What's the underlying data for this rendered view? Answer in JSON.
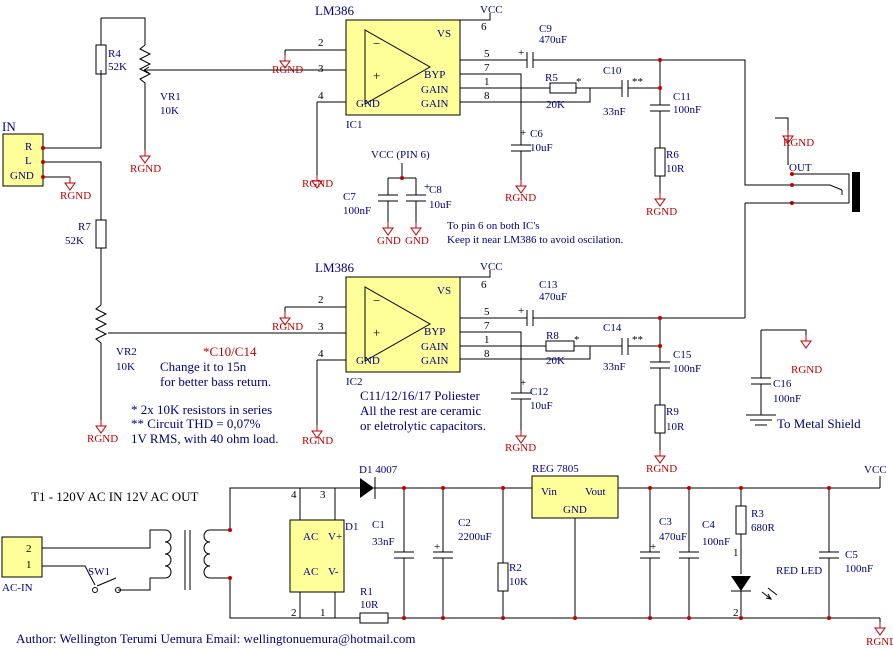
{
  "ic1": {
    "name": "LM386",
    "ref": "IC1",
    "pins": [
      "2",
      "3",
      "4",
      "6",
      "5",
      "7",
      "1",
      "8"
    ],
    "labels": [
      "VS",
      "BYP",
      "GAIN",
      "GAIN",
      "GND",
      "VCC"
    ]
  },
  "ic2": {
    "name": "LM386",
    "ref": "IC2",
    "pins": [
      "2",
      "3",
      "4",
      "6",
      "5",
      "7",
      "1",
      "8"
    ],
    "labels": [
      "VS",
      "BYP",
      "GAIN",
      "GAIN",
      "GND",
      "VCC"
    ]
  },
  "input": {
    "title": "IN",
    "pins": [
      "R",
      "L",
      "GND"
    ]
  },
  "out": {
    "label": "OUT"
  },
  "ground": {
    "rgnd": "RGND",
    "gnd": "GND"
  },
  "components": {
    "r4": "R4",
    "r4v": "52K",
    "vr1": "VR1",
    "vr1v": "10K",
    "r7": "R7",
    "r7v": "52K",
    "vr2": "VR2",
    "vr2v": "10K",
    "c9": "C9",
    "c9v": "470uF",
    "r5": "R5",
    "r5v": "20K",
    "c10": "C10",
    "c10v": "33nF",
    "c11": "C11",
    "c11v": "100nF",
    "c6": "C6",
    "c6v": "10uF",
    "r6": "R6",
    "r6v": "10R",
    "c7": "C7",
    "c7v": "100nF",
    "c8": "C8",
    "c8v": "10uF",
    "vccpin6": "VCC (PIN 6)",
    "c13": "C13",
    "c13v": "470uF",
    "r8": "R8",
    "r8v": "20K",
    "c14": "C14",
    "c14v": "33nF",
    "c15": "C15",
    "c15v": "100nF",
    "c12": "C12",
    "c12v": "10uF",
    "r9": "R9",
    "r9v": "10R",
    "c16": "C16",
    "c16v": "100nF",
    "d1a": "D1 4007",
    "c1": "C1",
    "c1v": "33nF",
    "c2": "C2",
    "c2v": "2200uF",
    "r2": "R2",
    "r2v": "10K",
    "r1": "R1",
    "r1v": "10R",
    "reg": "REG 7805",
    "vin": "Vin",
    "vout": "Vout",
    "regnd": "GND",
    "c3": "C3",
    "c3v": "470uF",
    "c4": "C4",
    "c4v": "100nF",
    "r3": "R3",
    "r3v": "680R",
    "led": "RED LED",
    "c5": "C5",
    "c5v": "100nF",
    "d1": "D1",
    "ac": "AC",
    "vp": "V+",
    "vm": "V-",
    "sw1": "SW1",
    "acin": "AC-IN",
    "vcc": "VCC"
  },
  "notes": {
    "pin6a": "To pin 6 on both IC's",
    "pin6b": "Keep it near LM386 to avoid oscilation.",
    "c10a": "*C10/C14",
    "c10b": "Change it to 15n",
    "c10c": "for better bass return.",
    "n1": "* 2x 10K resistors in series",
    "n2": "** Circuit THD = 0,07%",
    "n3": "1V RMS, with 40 ohm load.",
    "p1": "C11/12/16/17 Poliester",
    "p2": "All the rest are ceramic",
    "p3": "or eletrolytic capacitors.",
    "shield": "To Metal Shield",
    "t1": "T1 - 120V AC IN 12V AC OUT",
    "author": "Author: Wellington Terumi Uemura Email: wellingtonuemura@hotmail.com",
    "star": "*",
    "dstar": "**",
    "plus": "+",
    "one": "1",
    "two": "2",
    "three": "3",
    "four": "4"
  }
}
